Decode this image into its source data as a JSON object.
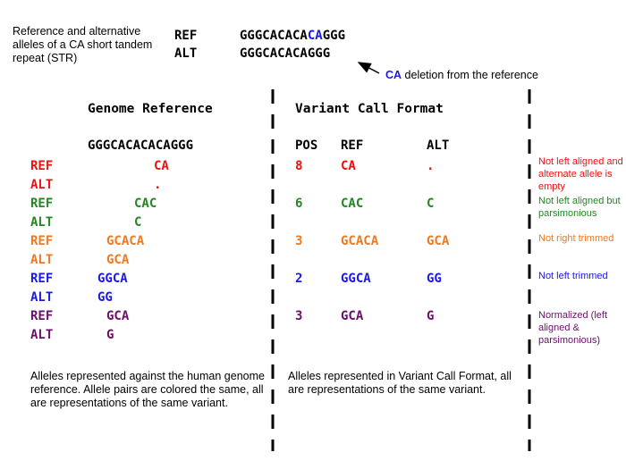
{
  "colors": {
    "black": "#000000",
    "blue": "#1a1ae6",
    "red": "#ee1111",
    "green": "#228822",
    "orange": "#f07820",
    "purple": "#6a0f6a"
  },
  "intro": {
    "description": "Reference and alternative alleles of a CA short tandem repeat (STR)",
    "ref_label": "REF",
    "ref_seq_prefix": "GGGCACACA",
    "ref_seq_highlight": "CA",
    "ref_seq_suffix": "GGG",
    "alt_label": "ALT",
    "alt_seq": "GGGCACACAGGG",
    "deletion_highlight": "CA",
    "deletion_text": " deletion from the reference"
  },
  "genome_panel": {
    "heading": "Genome Reference",
    "reference_seq": "GGGCACACACAGGG",
    "rows": [
      {
        "label": "REF",
        "allele": "CA",
        "color": "red"
      },
      {
        "label": "ALT",
        "allele": ".",
        "color": "red"
      },
      {
        "label": "REF",
        "allele": "CAC",
        "color": "green"
      },
      {
        "label": "ALT",
        "allele": "C",
        "color": "green"
      },
      {
        "label": "REF",
        "allele": "GCACA",
        "color": "orange"
      },
      {
        "label": "ALT",
        "allele": "GCA",
        "color": "orange"
      },
      {
        "label": "REF",
        "allele": "GGCA",
        "color": "blue"
      },
      {
        "label": "ALT",
        "allele": "GG",
        "color": "blue"
      },
      {
        "label": "REF",
        "allele": "GCA",
        "color": "purple"
      },
      {
        "label": "ALT",
        "allele": "G",
        "color": "purple"
      }
    ],
    "caption": "Alleles represented against the human genome reference.  Allele pairs are colored the same, all are representations of the same variant."
  },
  "vcf_panel": {
    "heading": "Variant Call Format",
    "col_pos": "POS",
    "col_ref": "REF",
    "col_alt": "ALT",
    "rows": [
      {
        "pos": "8",
        "ref": "CA",
        "alt": ".",
        "color": "red",
        "note": "Not left aligned and alternate allele is empty"
      },
      {
        "pos": "6",
        "ref": "CAC",
        "alt": "C",
        "color": "green",
        "note": "Not left aligned but parsimonious"
      },
      {
        "pos": "3",
        "ref": "GCACA",
        "alt": "GCA",
        "color": "orange",
        "note": "Not right trimmed"
      },
      {
        "pos": "2",
        "ref": "GGCA",
        "alt": "GG",
        "color": "blue",
        "note": "Not left trimmed"
      },
      {
        "pos": "3",
        "ref": "GCA",
        "alt": "G",
        "color": "purple",
        "note": "Normalized (left aligned & parsimonious)"
      }
    ],
    "caption": "Alleles represented in Variant Call Format, all are representations of the same variant."
  }
}
